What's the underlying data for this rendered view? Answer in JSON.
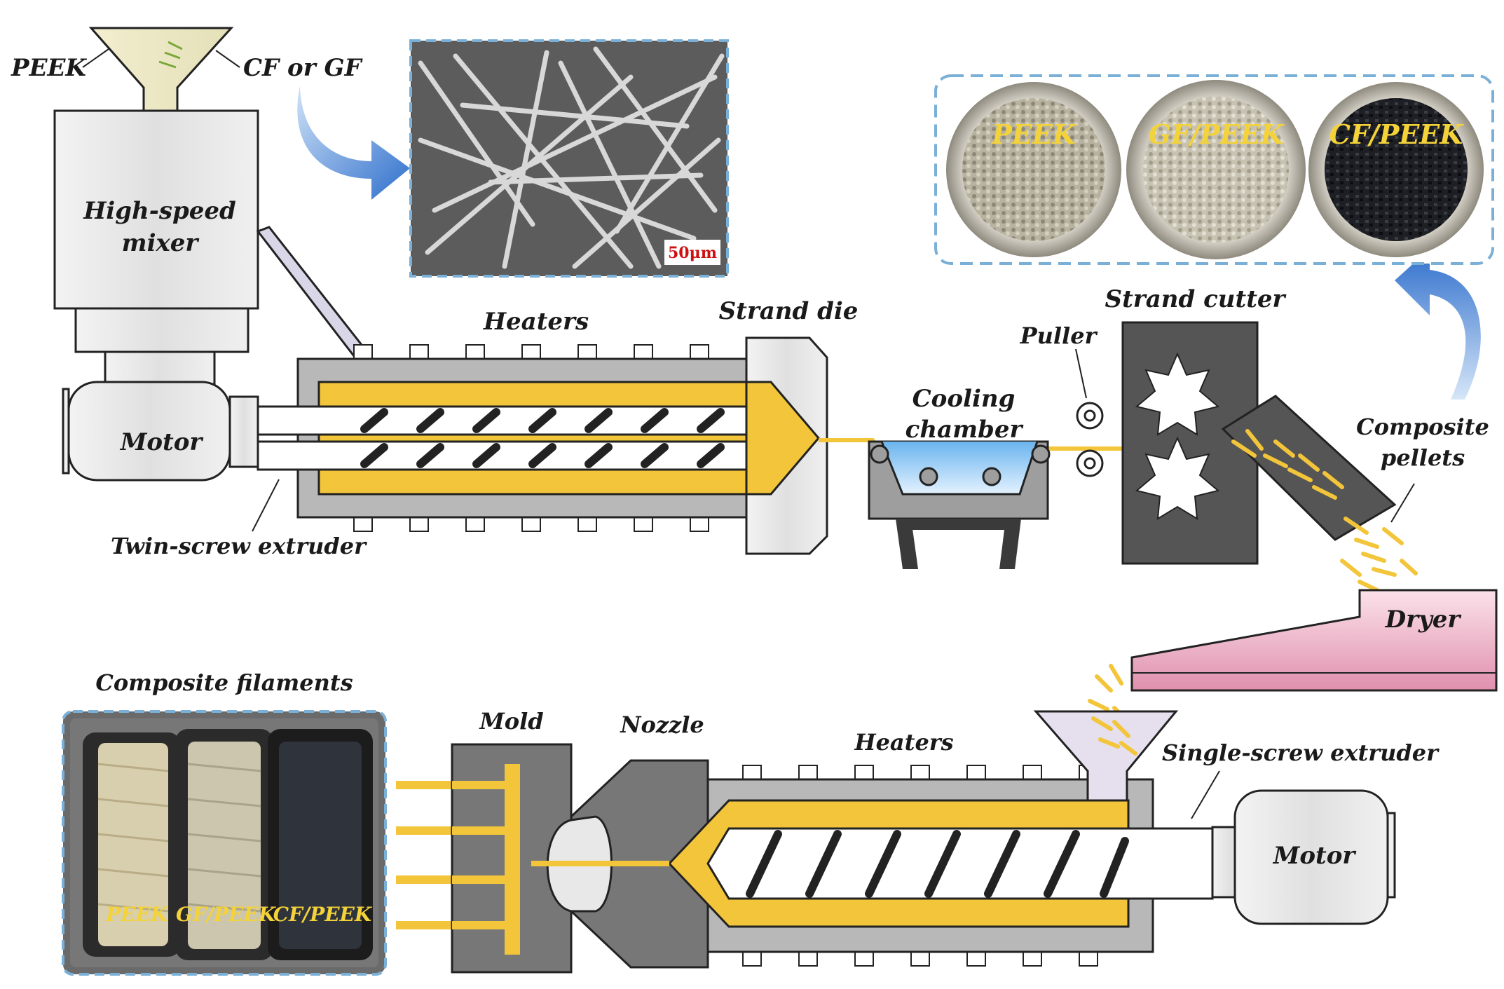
{
  "labels": {
    "peek": "PEEK",
    "cf_or_gf": "CF or GF",
    "mixer_line1": "High-speed",
    "mixer_line2": "mixer",
    "scale_bar": "50μm",
    "motor_top": "Motor",
    "twin_screw": "Twin-screw extruder",
    "heaters_top": "Heaters",
    "strand_die": "Strand die",
    "cooling_line1": "Cooling",
    "cooling_line2": "chamber",
    "puller": "Puller",
    "strand_cutter": "Strand cutter",
    "pellets_line1": "Composite",
    "pellets_line2": "pellets",
    "dryer": "Dryer",
    "composite_filaments": "Composite filaments",
    "mold": "Mold",
    "nozzle": "Nozzle",
    "heaters_bottom": "Heaters",
    "single_screw": "Single-screw extruder",
    "motor_bottom": "Motor"
  },
  "pellet_photos": [
    "PEEK",
    "GF/PEEK",
    "CF/PEEK"
  ],
  "spool_photos": [
    "PEEK",
    "GF/PEEK",
    "CF/PEEK"
  ],
  "colors": {
    "accent_yellow": "#f3c53a",
    "barrel_gray": "#b8b8b8",
    "dark_gray": "#555555",
    "dashed_frame": "#7ab0d8",
    "arrow_blue": "#3a7fd0",
    "dryer_pink": "#e8a0b8"
  }
}
